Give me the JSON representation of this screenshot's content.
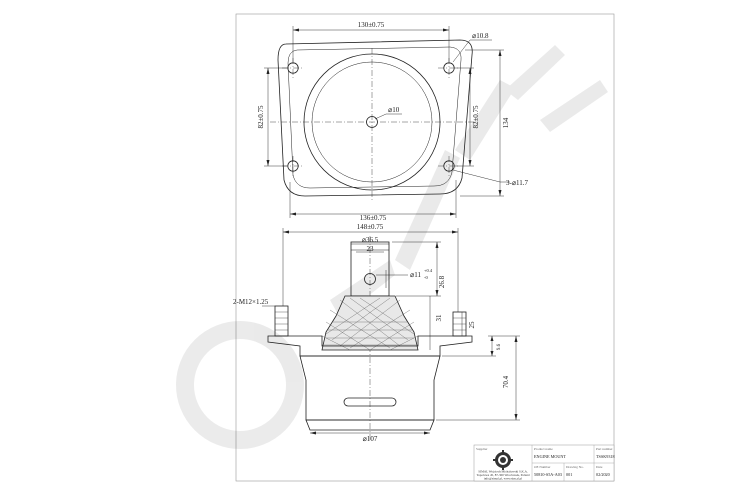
{
  "top_view": {
    "dims": {
      "width_top": "130±0.75",
      "hole_dia": "⌀10.8",
      "height_left": "82±0.75",
      "center_hole": "⌀10",
      "height_right": "82±0.75",
      "height_total": "134",
      "holes_count": "3-⌀11.7",
      "width_bottom": "136±0.75"
    }
  },
  "side_view": {
    "dims": {
      "width_total": "148±0.75",
      "boss_dia": "⌀36.5",
      "slot_width": "23",
      "slot_hole": "⌀11",
      "tol_plus": "+0.4",
      "tol_minus": "-0",
      "slot_height": "26.8",
      "rubber_height": "31",
      "stud_thread": "2-M12×1.25",
      "stud_length": "25",
      "flange_thk": "9.6",
      "body_height": "70.4",
      "base_dia": "⌀107"
    }
  },
  "title_block": {
    "company_label": "Supplier",
    "company_name": "SIMAL Wojciech Michalowski S.K.A.",
    "company_address": "Topolowa 45, 87-300 Wroclawek, Poland",
    "company_web": "info@simal.pl, www.sim.al.pl",
    "product_label": "Product name",
    "product_name": "ENGINE MOUNT",
    "partno_label": "Part number",
    "partno_value": "TSSK9318",
    "oem_label": "OE Number",
    "oem_value": "50810-S5A-A03",
    "drawing_label": "Drawing No.",
    "drawing_value": "001",
    "date_label": "Date",
    "date_value": "02/2020"
  }
}
